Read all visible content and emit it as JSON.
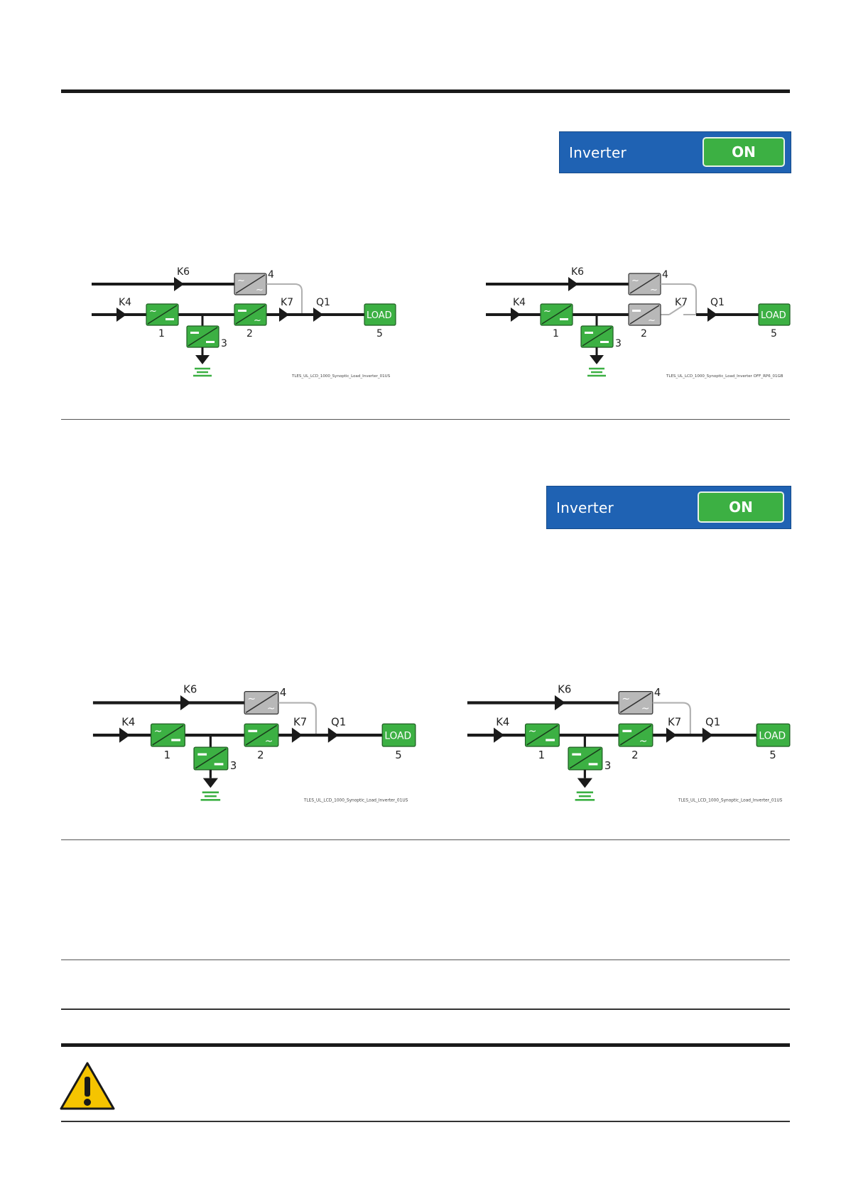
{
  "inverter_panel_1": {
    "label": "Inverter",
    "state": "ON"
  },
  "inverter_panel_2": {
    "label": "Inverter",
    "state": "ON"
  },
  "diagrams": [
    {
      "labels": {
        "k6": "K6",
        "k4": "K4",
        "k7": "K7",
        "q1": "Q1",
        "load": "LOAD",
        "n1": "1",
        "n2": "2",
        "n3": "3",
        "n4": "4",
        "n5": "5"
      },
      "caption": "TLES_UL_LCD_1000_Synoptic_Load_Inverter_01US"
    },
    {
      "labels": {
        "k6": "K6",
        "k4": "K4",
        "k7": "K7",
        "q1": "Q1",
        "load": "LOAD",
        "n1": "1",
        "n2": "2",
        "n3": "3",
        "n4": "4",
        "n5": "5"
      },
      "caption": "TLES_UL_LCD_1000_Synoptic_Load_Inverter OFF_RP6_01GB"
    },
    {
      "labels": {
        "k6": "K6",
        "k4": "K4",
        "k7": "K7",
        "q1": "Q1",
        "load": "LOAD",
        "n1": "1",
        "n2": "2",
        "n3": "3",
        "n4": "4",
        "n5": "5"
      },
      "caption": "TLES_UL_LCD_1000_Synoptic_Load_Inverter_01US"
    },
    {
      "labels": {
        "k6": "K6",
        "k4": "K4",
        "k7": "K7",
        "q1": "Q1",
        "load": "LOAD",
        "n1": "1",
        "n2": "2",
        "n3": "3",
        "n4": "4",
        "n5": "5"
      },
      "caption": "TLES_UL_LCD_1000_Synoptic_Load_Inverter_01US"
    }
  ],
  "colors": {
    "active": "#3cb043",
    "inactive": "#b8b8b8",
    "panel": "#1f62b3",
    "warning": "#f5c400"
  },
  "icons": [
    "warning-icon"
  ]
}
